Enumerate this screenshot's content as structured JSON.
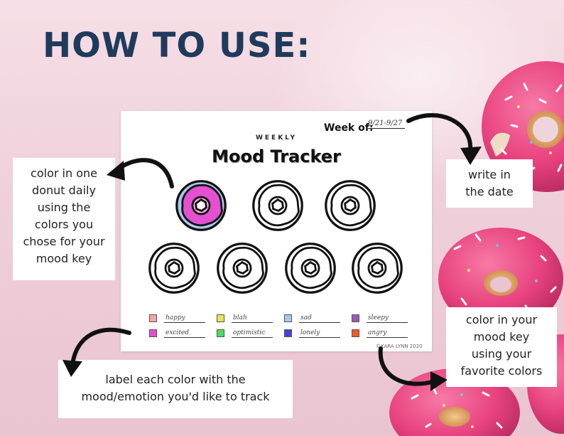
{
  "page": {
    "heading": "HOW TO USE:"
  },
  "sheet": {
    "week_label": "Week of:",
    "week_value": "9/21-9/27",
    "subtitle": "WEEKLY",
    "title": "Mood Tracker",
    "filled_color": "#e54fd1",
    "copyright": "©KARA LYNN 2020",
    "mood_key": [
      {
        "label": "happy",
        "color": "#f4a7a2"
      },
      {
        "label": "blah",
        "color": "#e8e35a"
      },
      {
        "label": "sad",
        "color": "#a8c8ee"
      },
      {
        "label": "sleepy",
        "color": "#9b59b6"
      },
      {
        "label": "excited",
        "color": "#e54fd1"
      },
      {
        "label": "optimistic",
        "color": "#4cd964"
      },
      {
        "label": "lonely",
        "color": "#4a3fd6"
      },
      {
        "label": "angry",
        "color": "#f05a28"
      }
    ]
  },
  "notes": {
    "color_in_donut": [
      "color in one",
      "donut daily",
      "using the",
      "colors you",
      "chose for your",
      "mood key"
    ],
    "write_date": [
      "write in",
      "the date"
    ],
    "color_key": [
      "color in your",
      "mood key",
      "using your",
      "favorite colors"
    ],
    "label_colors": [
      "label each color with the",
      "mood/emotion you'd like to track"
    ]
  },
  "colors": {
    "heading": "#1f3b5c",
    "donut_pink": "#e8427f",
    "sprinkle": "#ffffff"
  }
}
